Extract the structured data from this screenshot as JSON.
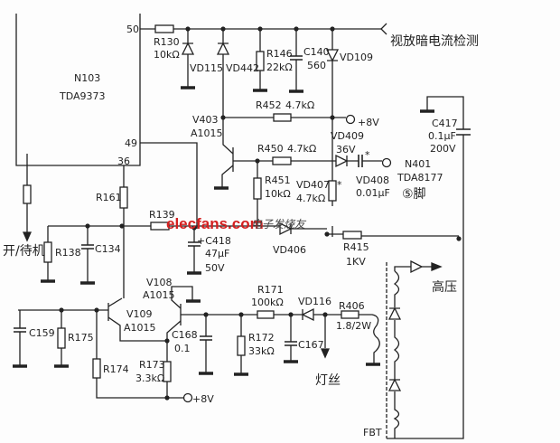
{
  "ic": {
    "name": "N103",
    "part": "TDA9373",
    "pin50": "50",
    "pin49": "49",
    "pin36": "36"
  },
  "signals": {
    "dark_current": "视放暗电流检测",
    "power_standby": "开/待机",
    "high_voltage": "高压",
    "filament": "灯丝",
    "plus8v_a": "+8V",
    "plus8v_b": "+8V",
    "fbt": "FBT"
  },
  "components": {
    "R130": {
      "ref": "R130",
      "value": "10kΩ"
    },
    "VD115": {
      "ref": "VD115"
    },
    "VD442": {
      "ref": "VD442"
    },
    "R146": {
      "ref": "R146",
      "value": "22kΩ"
    },
    "C140": {
      "ref": "C140",
      "value": "560"
    },
    "VD109": {
      "ref": "VD109"
    },
    "R452": {
      "ref": "R452",
      "value": "4.7kΩ"
    },
    "V403": {
      "ref": "V403",
      "value": "A1015"
    },
    "R450": {
      "ref": "R450",
      "value": "4.7kΩ"
    },
    "VD409": {
      "ref": "VD409",
      "value": "36V"
    },
    "VD408": {
      "ref": "VD408",
      "value": "0.01μF"
    },
    "N401": {
      "ref": "N401",
      "value": "TDA8177",
      "pin": "⑤脚"
    },
    "R451": {
      "ref": "R451",
      "value": "10kΩ"
    },
    "VD407": {
      "ref": "VD407",
      "value": "4.7kΩ"
    },
    "C417": {
      "ref": "C417",
      "value": "0.1μF",
      "voltage": "200V"
    },
    "R161": {
      "ref": "R161"
    },
    "R139": {
      "ref": "R139"
    },
    "R138": {
      "ref": "R138"
    },
    "C134": {
      "ref": "C134"
    },
    "C418": {
      "ref": "+C418",
      "value": "47μF",
      "voltage": "50V"
    },
    "VD406": {
      "ref": "VD406"
    },
    "R415": {
      "ref": "R415",
      "value": "1KV"
    },
    "V108": {
      "ref": "V108",
      "value": "A1015"
    },
    "V109": {
      "ref": "V109",
      "value": "A1015"
    },
    "R171": {
      "ref": "R171",
      "value": "100kΩ"
    },
    "VD116": {
      "ref": "VD116"
    },
    "R406": {
      "ref": "R406",
      "value": "1.8/2W"
    },
    "C159": {
      "ref": "C159"
    },
    "R175": {
      "ref": "R175"
    },
    "C168": {
      "ref": "C168",
      "value": "0.1"
    },
    "R172": {
      "ref": "R172",
      "value": "33kΩ"
    },
    "C167": {
      "ref": "C167"
    },
    "R174": {
      "ref": "R174"
    },
    "R173": {
      "ref": "R173",
      "value": "3.3kΩ"
    }
  },
  "watermark": {
    "site": "elecfans.com",
    "name": "电子发烧友"
  },
  "colors": {
    "ink": "#222222",
    "watermark": "#d42020"
  }
}
